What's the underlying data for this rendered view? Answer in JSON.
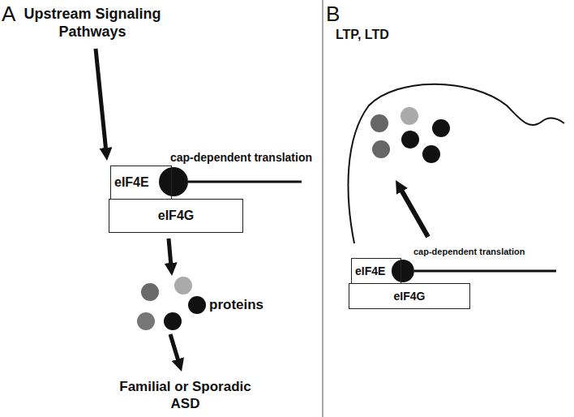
{
  "diagram": {
    "nodes": [
      {
        "text": [
          "eIF4E"
        ]
      },
      {
        "text": [
          "eIF4G"
        ]
      },
      {
        "text": [
          "eIF4E"
        ]
      },
      {
        "text": [
          "eIF4G"
        ]
      }
    ],
    "labels": [
      "A",
      "Upstream Signaling Pathways",
      "cap-dependent translation",
      "proteins",
      "Familial or Sporadic ASD",
      "B",
      "LTP, LTD",
      "cap-dependent translation"
    ]
  }
}
